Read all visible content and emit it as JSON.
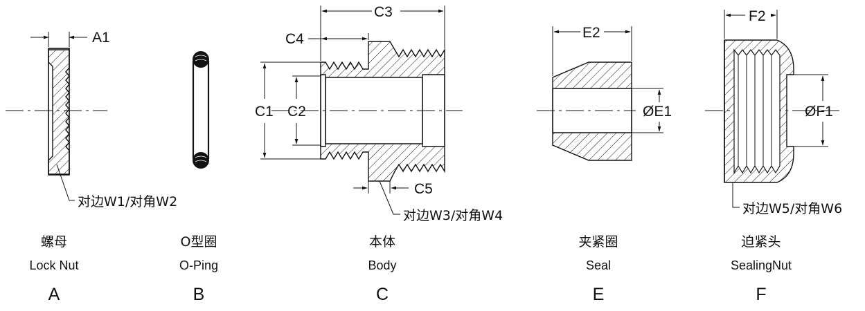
{
  "components": {
    "a": {
      "cn": "螺母",
      "en": "Lock Nut",
      "letter": "A"
    },
    "b": {
      "cn": "O型圈",
      "en": "O-Ping",
      "letter": "B"
    },
    "c": {
      "cn": "本体",
      "en": "Body",
      "letter": "C"
    },
    "e": {
      "cn": "夹紧圈",
      "en": "Seal",
      "letter": "E"
    },
    "f": {
      "cn": "迫紧头",
      "en": "SealingNut",
      "letter": "F"
    }
  },
  "dimensions": {
    "a1": "A1",
    "c1": "C1",
    "c2": "C2",
    "c3": "C3",
    "c4": "C4",
    "c5": "C5",
    "e1": "ØE1",
    "e2": "E2",
    "f1": "ØF1",
    "f2": "F2"
  },
  "callouts": {
    "a": "对边W1/对角W2",
    "c": "对边W3/对角W4",
    "f": "对边W5/对角W6"
  },
  "colors": {
    "ink": "#111111",
    "background": "#ffffff"
  }
}
